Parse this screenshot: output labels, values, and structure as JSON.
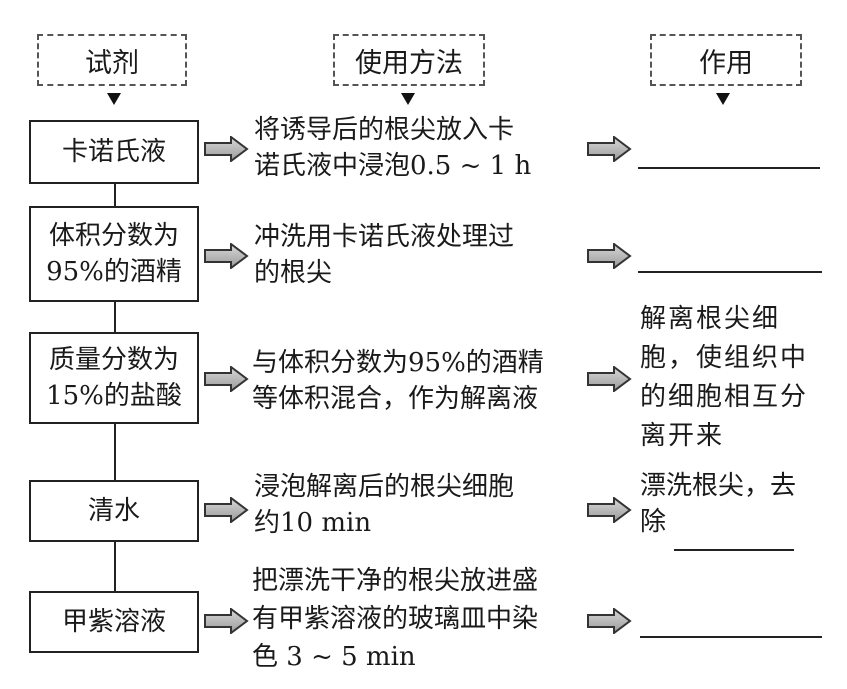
{
  "headers": {
    "reagent": "试剂",
    "method": "使用方法",
    "function": "作用"
  },
  "rows": [
    {
      "reagent_lines": [
        "卡诺氏液"
      ],
      "method_lines": [
        "将诱导后的根尖放入卡",
        "诺氏液中浸泡0.5 ~ 1 h"
      ],
      "function_lines": [],
      "function_blank": true
    },
    {
      "reagent_lines": [
        "体积分数为",
        "95%的酒精"
      ],
      "method_lines": [
        "冲洗用卡诺氏液处理过",
        "的根尖"
      ],
      "function_lines": [],
      "function_blank": true
    },
    {
      "reagent_lines": [
        "质量分数为",
        "15%的盐酸"
      ],
      "method_lines": [
        "与体积分数为95%的酒精",
        "等体积混合，作为解离液"
      ],
      "function_lines": [
        "解离根尖细",
        "胞，使组织中",
        "的细胞相互分",
        "离开来"
      ],
      "function_blank": false
    },
    {
      "reagent_lines": [
        "清水"
      ],
      "method_lines": [
        "浸泡解离后的根尖细胞",
        "约10 min"
      ],
      "function_lines": [
        "漂洗根尖，去",
        "除"
      ],
      "function_blank": true
    },
    {
      "reagent_lines": [
        "甲紫溶液"
      ],
      "method_lines": [
        "把漂洗干净的根尖放进盛",
        "有甲紫溶液的玻璃皿中染",
        "色 3 ~ 5 min"
      ],
      "function_lines": [],
      "function_blank": true
    }
  ],
  "icons": {
    "arrow": "hollow-right-arrow",
    "down": "down-triangle"
  }
}
